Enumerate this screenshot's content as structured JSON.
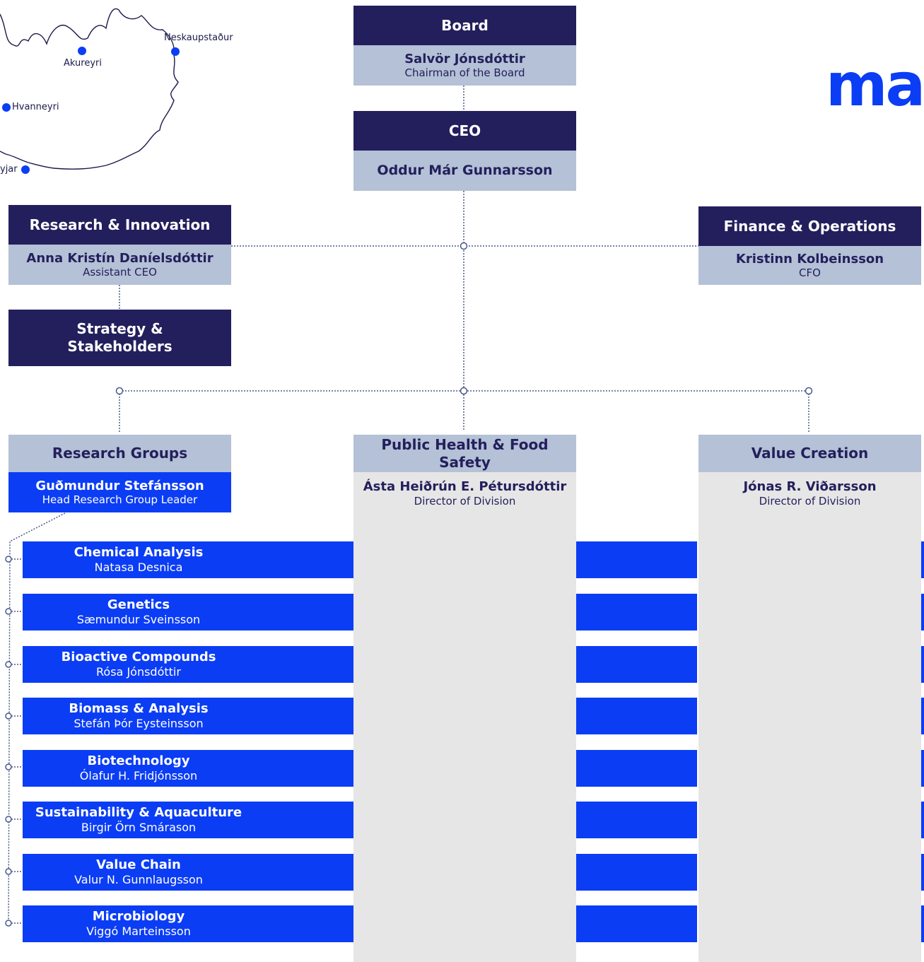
{
  "map": {
    "cities": [
      "Neskaupstaður",
      "Akureyri",
      "Hvanneyri",
      "yjar"
    ]
  },
  "logo": {
    "text": "ma"
  },
  "board": {
    "header": "Board",
    "name": "Salvör Jónsdóttir",
    "role": "Chairman of the Board"
  },
  "ceo": {
    "header": "CEO",
    "name": "Oddur Már Gunnarsson"
  },
  "research_innovation": {
    "header": "Research & Innovation",
    "name": "Anna Kristín Daníelsdóttir",
    "role": "Assistant CEO"
  },
  "strategy": {
    "header_line1": "Strategy &",
    "header_line2": "Stakeholders"
  },
  "finance": {
    "header": "Finance & Operations",
    "name": "Kristinn Kolbeinsson",
    "role": "CFO"
  },
  "research_groups": {
    "header": "Research Groups",
    "name": "Guðmundur Stefánsson",
    "role": "Head Research Group Leader"
  },
  "public_health": {
    "header": "Public Health & Food Safety",
    "name": "Ásta Heiðrún E. Pétursdóttir",
    "role": "Director of Division"
  },
  "value_creation": {
    "header": "Value Creation",
    "name": "Jónas R. Viðarsson",
    "role": "Director of Division"
  },
  "groups": [
    {
      "title": "Chemical Analysis",
      "name": "Natasa Desnica"
    },
    {
      "title": "Genetics",
      "name": "Sæmundur Sveinsson"
    },
    {
      "title": "Bioactive Compounds",
      "name": "Rósa Jónsdóttir"
    },
    {
      "title": "Biomass & Analysis",
      "name": "Stefán Þór Eysteinsson"
    },
    {
      "title": "Biotechnology",
      "name": "Ólafur H. Fridjónsson"
    },
    {
      "title": "Sustainability & Aquaculture",
      "name": "Birgir Örn Smárason"
    },
    {
      "title": "Value Chain",
      "name": "Valur N. Gunnlaugsson"
    },
    {
      "title": "Microbiology",
      "name": "Viggó Marteinsson"
    }
  ]
}
